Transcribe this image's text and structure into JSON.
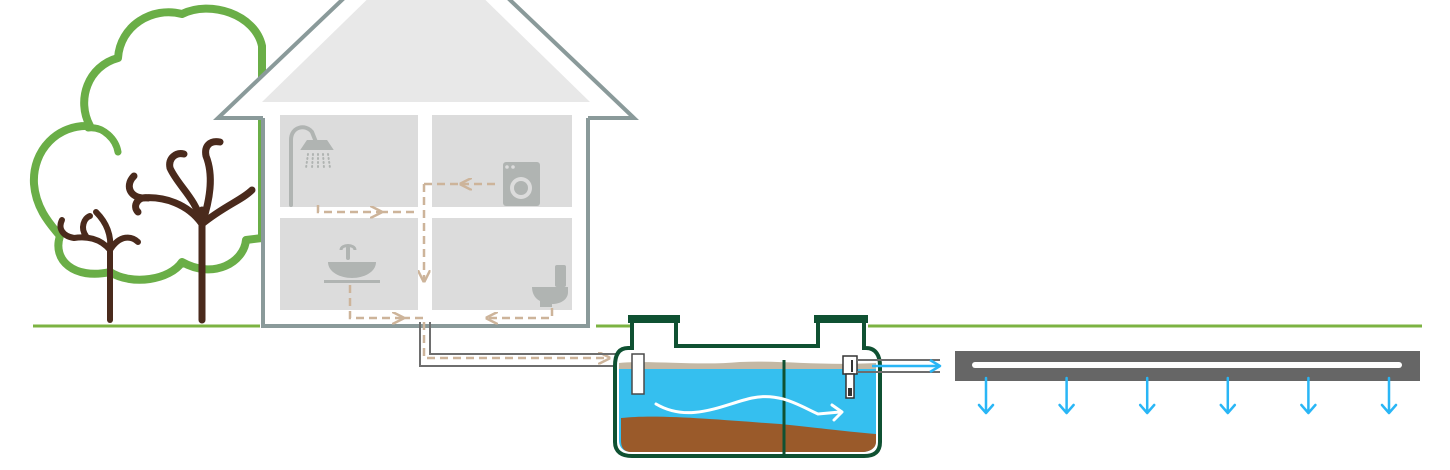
{
  "diagram": {
    "type": "septic-system-illustration",
    "colors": {
      "tree_foliage": "#6aae47",
      "tree_trunk": "#4a2a1c",
      "ground_line": "#7cb342",
      "house_outline": "#8a9a9a",
      "house_fill": "#e8e8e8",
      "room_fill": "#dcdcdc",
      "fixture": "#b0b4b2",
      "waste_flow": "#cdb49a",
      "pipe": "#6e6e6e",
      "tank_outline": "#0f5132",
      "tank_water": "#35bfef",
      "sludge": "#9a5a2a",
      "scum": "#c4b8a4",
      "drainfield": "#666666",
      "seep_arrow": "#29b6f6"
    },
    "icons": [
      "shower-icon",
      "washing-machine-icon",
      "sink-icon",
      "toilet-icon"
    ],
    "components": [
      "trees",
      "house",
      "inlet-pipe",
      "septic-tank",
      "outlet-pipe",
      "drainfield"
    ],
    "seepage_arrow_count": 6
  }
}
